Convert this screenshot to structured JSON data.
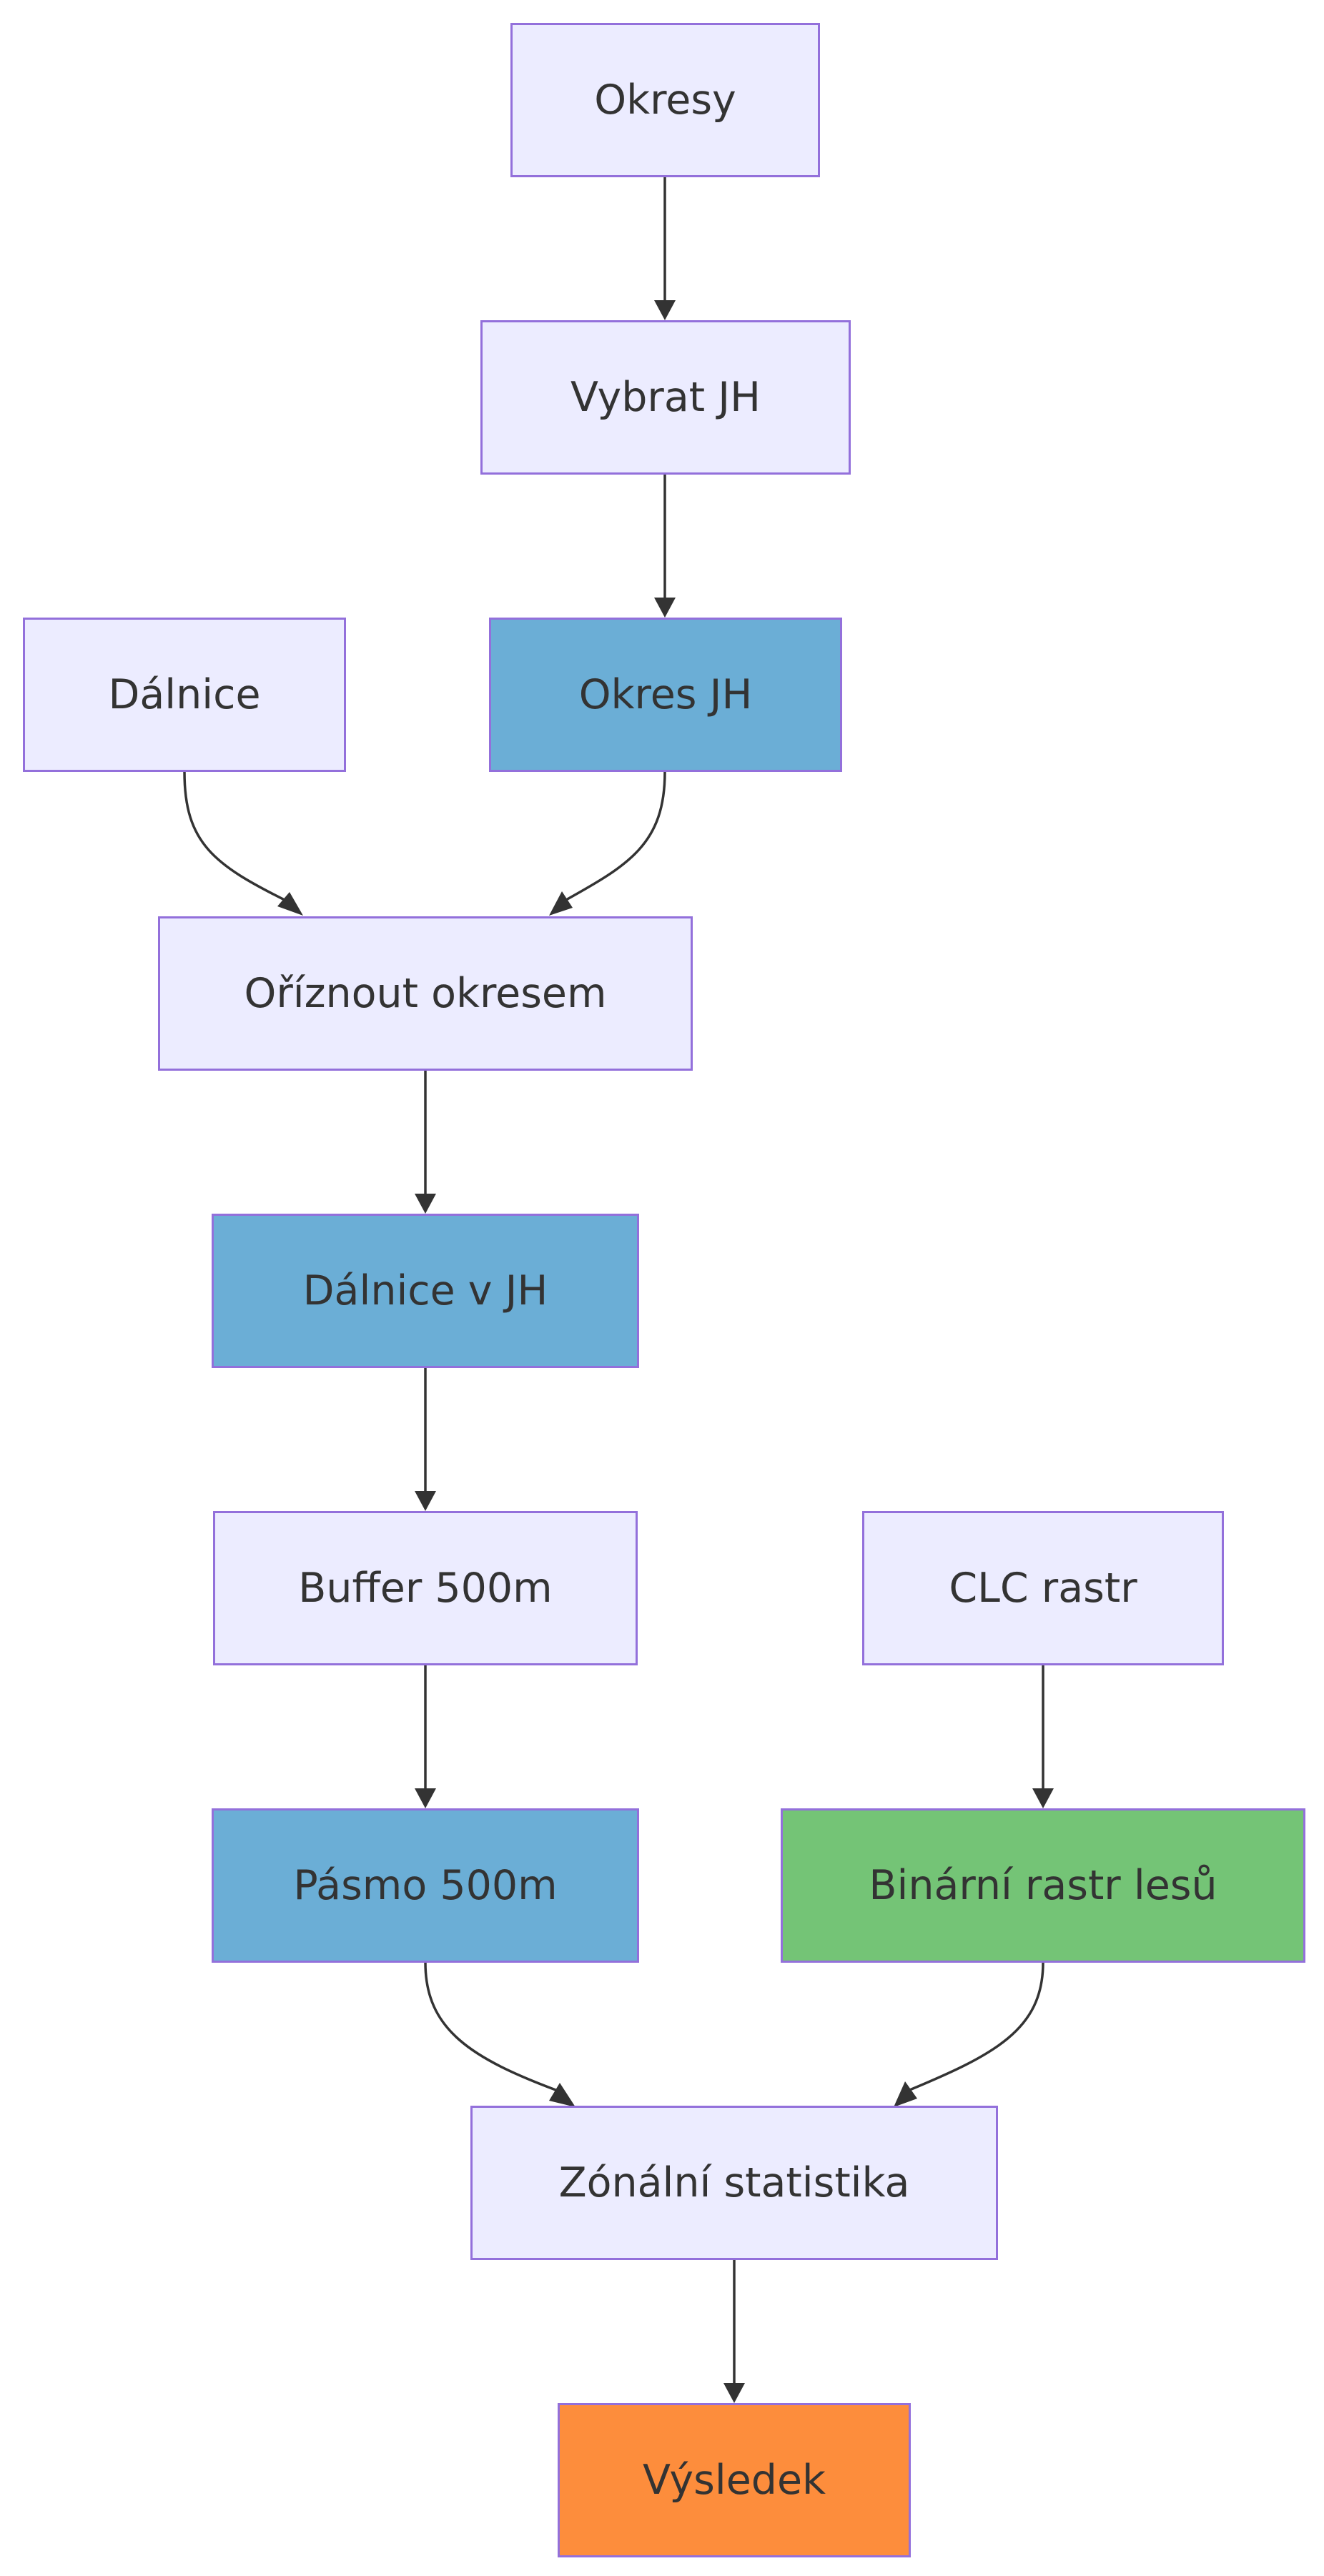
{
  "diagram": {
    "nodes": {
      "okresy": "Okresy",
      "vybrat_jh": "Vybrat JH",
      "dalnice": "Dálnice",
      "okres_jh": "Okres JH",
      "oriznout_okresem": "Oříznout okresem",
      "dalnice_v_jh": "Dálnice v JH",
      "buffer_500m": "Buffer 500m",
      "clc_rastr": "CLC rastr",
      "pasmo_500m": "Pásmo 500m",
      "binarni_rastr_lesu": "Binární rastr lesů",
      "zonalni_statistika": "Zónální statistika",
      "vysledek": "Výsledek"
    },
    "edges": [
      [
        "okresy",
        "vybrat_jh"
      ],
      [
        "vybrat_jh",
        "okres_jh"
      ],
      [
        "dalnice",
        "oriznout_okresem"
      ],
      [
        "okres_jh",
        "oriznout_okresem"
      ],
      [
        "oriznout_okresem",
        "dalnice_v_jh"
      ],
      [
        "dalnice_v_jh",
        "buffer_500m"
      ],
      [
        "buffer_500m",
        "pasmo_500m"
      ],
      [
        "clc_rastr",
        "binarni_rastr_lesu"
      ],
      [
        "pasmo_500m",
        "zonalni_statistika"
      ],
      [
        "binarni_rastr_lesu",
        "zonalni_statistika"
      ],
      [
        "zonalni_statistika",
        "vysledek"
      ]
    ],
    "colors": {
      "default_fill": "#ECECFF",
      "border": "#9370DB",
      "intermediate_fill": "#6BAED6",
      "raster_fill": "#74C476",
      "result_fill": "#FD8D3C",
      "edge": "#333333",
      "text": "#333333"
    }
  }
}
